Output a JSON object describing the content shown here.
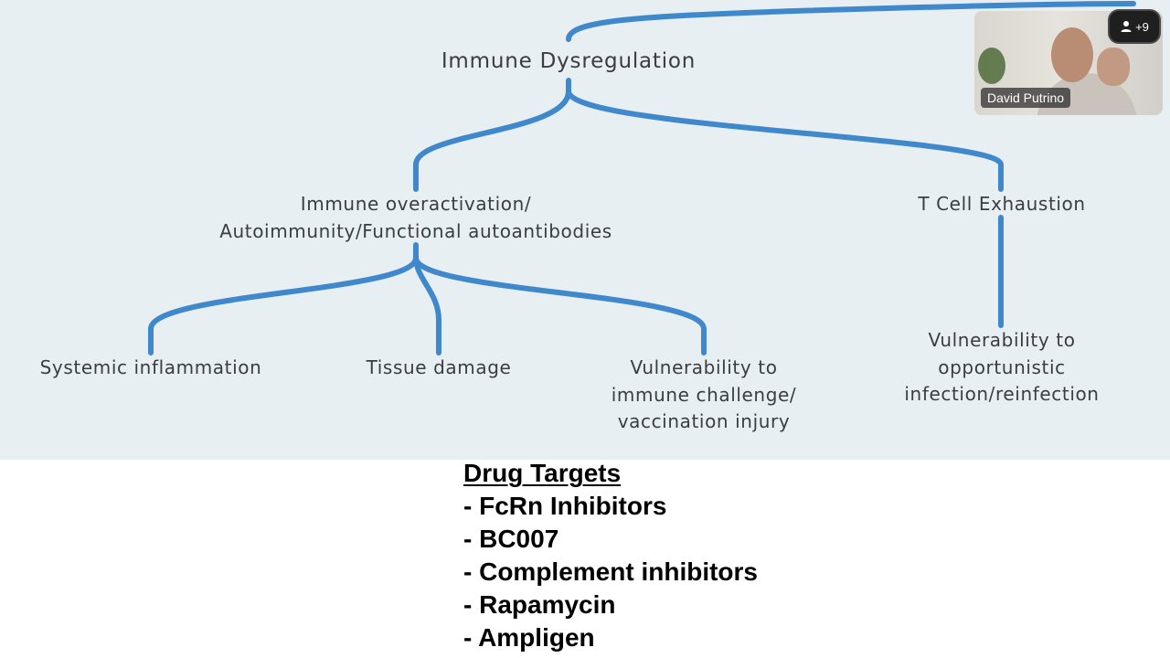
{
  "diagram": {
    "nodes": {
      "root": [
        "Immune Dysregulation"
      ],
      "overactivation": [
        "Immune overactivation/",
        "Autoimmunity/Functional autoantibodies"
      ],
      "tcell": [
        "T Cell Exhaustion"
      ],
      "systemic": [
        "Systemic inflammation"
      ],
      "tissue": [
        "Tissue damage"
      ],
      "vuln_immune": [
        "Vulnerability to",
        "immune challenge/",
        "vaccination injury"
      ],
      "vuln_opportunistic": [
        "Vulnerability to",
        "opportunistic",
        "infection/reinfection"
      ]
    },
    "edge_color": "#3f88cb",
    "background_color": "#e8eff3"
  },
  "video_call": {
    "participant_name": "David Putrino",
    "extra_participants": "+9",
    "participants_icon": "person-icon"
  },
  "drug_targets": {
    "title": "Drug Targets",
    "items": [
      "- FcRn Inhibitors",
      "- BC007",
      "- Complement inhibitors",
      "- Rapamycin",
      "- Ampligen"
    ]
  }
}
